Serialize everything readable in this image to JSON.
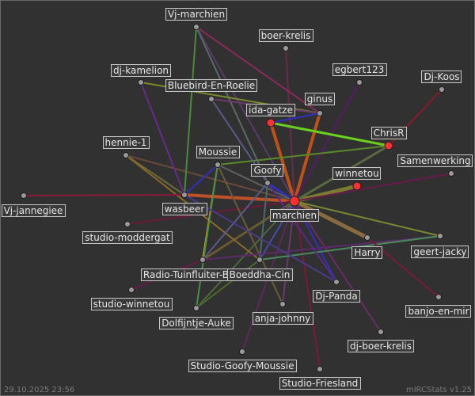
{
  "colors": {
    "background": "#313131",
    "frame": "#6a6a6a",
    "node": "#9a9a9a",
    "node_highlight": "#ff3030",
    "label_text": "#e6e6e6",
    "label_border": "#c8c8c8"
  },
  "footer": {
    "timestamp": "29.10.2025 23:56",
    "credit": "mIRCStats v1.25"
  },
  "nodes": [
    {
      "id": "marchien",
      "label": "marchien",
      "highlight": true,
      "big": true
    },
    {
      "id": "vj-marchien",
      "label": "Vj-marchien"
    },
    {
      "id": "boer-krelis",
      "label": "boer-krelis"
    },
    {
      "id": "dj-kamelion",
      "label": "dj-kamelion"
    },
    {
      "id": "egbert123",
      "label": "egbert123"
    },
    {
      "id": "dj-koos",
      "label": "Dj-Koos"
    },
    {
      "id": "bluebird",
      "label": "Bluebird-En-Roelie"
    },
    {
      "id": "ginus",
      "label": "ginus"
    },
    {
      "id": "ida-gatze",
      "label": "ida-gatze",
      "highlight": true
    },
    {
      "id": "chrisr",
      "label": "ChrisR",
      "highlight": true
    },
    {
      "id": "hennie-1",
      "label": "hennie-1"
    },
    {
      "id": "moussie",
      "label": "Moussie"
    },
    {
      "id": "samenwerking",
      "label": "Samenwerking"
    },
    {
      "id": "goofy",
      "label": "Goofy"
    },
    {
      "id": "winnetou",
      "label": "winnetou",
      "highlight": true
    },
    {
      "id": "vj-jannegiee",
      "label": "Vj-jannegiee"
    },
    {
      "id": "wasbeer",
      "label": "wasbeer"
    },
    {
      "id": "studio-moddergat",
      "label": "studio-moddergat"
    },
    {
      "id": "geert-jacky",
      "label": "geert-jacky"
    },
    {
      "id": "harry",
      "label": "Harry"
    },
    {
      "id": "radio-tuinfluiter",
      "label": "Radio-Tuinfluiter-Boerdna"
    },
    {
      "id": "boeddha-cin",
      "label": "Boeddha-Cin"
    },
    {
      "id": "studio-winnetou",
      "label": "studio-winnetou"
    },
    {
      "id": "dj-panda",
      "label": "Dj-Panda"
    },
    {
      "id": "banjo-en-mir",
      "label": "banjo-en-mir"
    },
    {
      "id": "anja-johnny",
      "label": "anja-johnny"
    },
    {
      "id": "dolfijntje-auke",
      "label": "Dolfijntje-Auke"
    },
    {
      "id": "dj-boer-krelis",
      "label": "dj-boer-krelis"
    },
    {
      "id": "studio-goofy-moussie",
      "label": "Studio-Goofy-Moussie"
    },
    {
      "id": "studio-friesland",
      "label": "Studio-Friesland"
    }
  ],
  "edges": [
    {
      "from": "marchien",
      "to": "winnetou",
      "color": "#7a7a30",
      "weight": 5
    },
    {
      "from": "marchien",
      "to": "harry",
      "color": "#8a6a40",
      "weight": 5
    },
    {
      "from": "marchien",
      "to": "ida-gatze",
      "color": "#c0501a",
      "weight": 4
    },
    {
      "from": "marchien",
      "to": "ginus",
      "color": "#c0501a",
      "weight": 4
    },
    {
      "from": "marchien",
      "to": "wasbeer",
      "color": "#c05028",
      "weight": 4
    },
    {
      "from": "marchien",
      "to": "chrisr",
      "color": "#5a6a40",
      "weight": 3
    },
    {
      "from": "marchien",
      "to": "goofy",
      "color": "#3030c0",
      "weight": 3
    },
    {
      "from": "marchien",
      "to": "moussie",
      "color": "#606060",
      "weight": 2
    },
    {
      "from": "marchien",
      "to": "radio-tuinfluiter",
      "color": "#6a5a30",
      "weight": 3
    },
    {
      "from": "marchien",
      "to": "geert-jacky",
      "color": "#7a8a30",
      "weight": 2
    },
    {
      "from": "marchien",
      "to": "dolfijntje-auke",
      "color": "#4a6a3a",
      "weight": 2
    },
    {
      "from": "marchien",
      "to": "anja-johnny",
      "color": "#6a3a6a",
      "weight": 2
    },
    {
      "from": "marchien",
      "to": "dj-panda",
      "color": "#3030c0",
      "weight": 2
    },
    {
      "from": "marchien",
      "to": "dj-boer-krelis",
      "color": "#6a2a6a",
      "weight": 2
    },
    {
      "from": "marchien",
      "to": "studio-friesland",
      "color": "#7a1a3a",
      "weight": 2
    },
    {
      "from": "marchien",
      "to": "studio-goofy-moussie",
      "color": "#5a2a5a",
      "weight": 2
    },
    {
      "from": "marchien",
      "to": "samenwerking",
      "color": "#6a1a4a",
      "weight": 2
    },
    {
      "from": "marchien",
      "to": "egbert123",
      "color": "#5a1a6a",
      "weight": 2
    },
    {
      "from": "marchien",
      "to": "boer-krelis",
      "color": "#6a2a4a",
      "weight": 2
    },
    {
      "from": "marchien",
      "to": "vj-marchien",
      "color": "#5a3a6a",
      "weight": 2
    },
    {
      "from": "marchien",
      "to": "boeddha-cin",
      "color": "#4a4ab0",
      "weight": 2
    },
    {
      "from": "marchien",
      "to": "studio-moddergat",
      "color": "#6a1a3a",
      "weight": 2
    },
    {
      "from": "marchien",
      "to": "hennie-1",
      "color": "#6a4a3a",
      "weight": 2
    },
    {
      "from": "ida-gatze",
      "to": "chrisr",
      "color": "#6ad020",
      "weight": 3
    },
    {
      "from": "chrisr",
      "to": "dj-koos",
      "color": "#8a1a2a",
      "weight": 2
    },
    {
      "from": "chrisr",
      "to": "moussie",
      "color": "#5a8a2a",
      "weight": 2
    },
    {
      "from": "vj-marchien",
      "to": "wasbeer",
      "color": "#4a8a3a",
      "weight": 2
    },
    {
      "from": "vj-marchien",
      "to": "ginus",
      "color": "#8a2a5a",
      "weight": 2
    },
    {
      "from": "vj-marchien",
      "to": "goofy",
      "color": "#5a6a6a",
      "weight": 2
    },
    {
      "from": "dj-kamelion",
      "to": "ginus",
      "color": "#7a8a2a",
      "weight": 2
    },
    {
      "from": "dj-kamelion",
      "to": "wasbeer",
      "color": "#6a2a8a",
      "weight": 2
    },
    {
      "from": "bluebird",
      "to": "goofy",
      "color": "#5a5a8a",
      "weight": 2
    },
    {
      "from": "bluebird",
      "to": "ginus",
      "color": "#6a3a6a",
      "weight": 2
    },
    {
      "from": "hennie-1",
      "to": "wasbeer",
      "color": "#6a6a3a",
      "weight": 2
    },
    {
      "from": "hennie-1",
      "to": "boeddha-cin",
      "color": "#8a6a2a",
      "weight": 2
    },
    {
      "from": "vj-jannegiee",
      "to": "wasbeer",
      "color": "#8a1a3a",
      "weight": 2
    },
    {
      "from": "moussie",
      "to": "radio-tuinfluiter",
      "color": "#c8a820",
      "weight": 2
    },
    {
      "from": "moussie",
      "to": "anja-johnny",
      "color": "#6a5a3a",
      "weight": 2
    },
    {
      "from": "moussie",
      "to": "dolfijntje-auke",
      "color": "#4a8a4a",
      "weight": 2
    },
    {
      "from": "goofy",
      "to": "radio-tuinfluiter",
      "color": "#5a5a8a",
      "weight": 2
    },
    {
      "from": "goofy",
      "to": "boeddha-cin",
      "color": "#4a6a6a",
      "weight": 2
    },
    {
      "from": "radio-tuinfluiter",
      "to": "geert-jacky",
      "color": "#5a2a6a",
      "weight": 2
    },
    {
      "from": "radio-tuinfluiter",
      "to": "studio-winnetou",
      "color": "#6a1a4a",
      "weight": 2
    },
    {
      "from": "dolfijntje-auke",
      "to": "boeddha-cin",
      "color": "#4a6a2a",
      "weight": 2
    },
    {
      "from": "boeddha-cin",
      "to": "geert-jacky",
      "color": "#4a8a5a",
      "weight": 2
    },
    {
      "from": "goofy",
      "to": "dj-panda",
      "color": "#5a2a8a",
      "weight": 2
    },
    {
      "from": "harry",
      "to": "banjo-en-mir",
      "color": "#7a1a3a",
      "weight": 2
    },
    {
      "from": "wasbeer",
      "to": "dj-panda",
      "color": "#4a3a8a",
      "weight": 2
    },
    {
      "from": "ida-gatze",
      "to": "ginus",
      "color": "#3030c0",
      "weight": 2
    },
    {
      "from": "wasbeer",
      "to": "moussie",
      "color": "#3030c0",
      "weight": 2
    }
  ]
}
